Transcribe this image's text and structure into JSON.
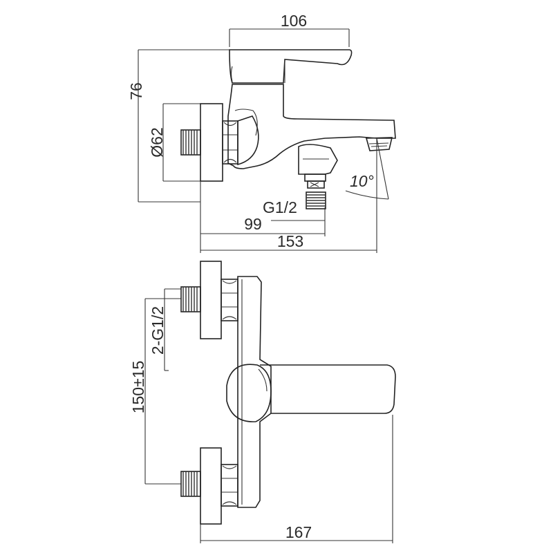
{
  "drawing": {
    "side_view": {
      "dims": {
        "top_width": "106",
        "height": "76",
        "diameter": "Ø62",
        "thread": "G1/2",
        "angle": "10°",
        "to_inlet": "99",
        "overall_length": "153"
      }
    },
    "front_view": {
      "dims": {
        "inlets": "2-G1/2",
        "centres": "150±15",
        "overall_length": "167"
      }
    }
  }
}
